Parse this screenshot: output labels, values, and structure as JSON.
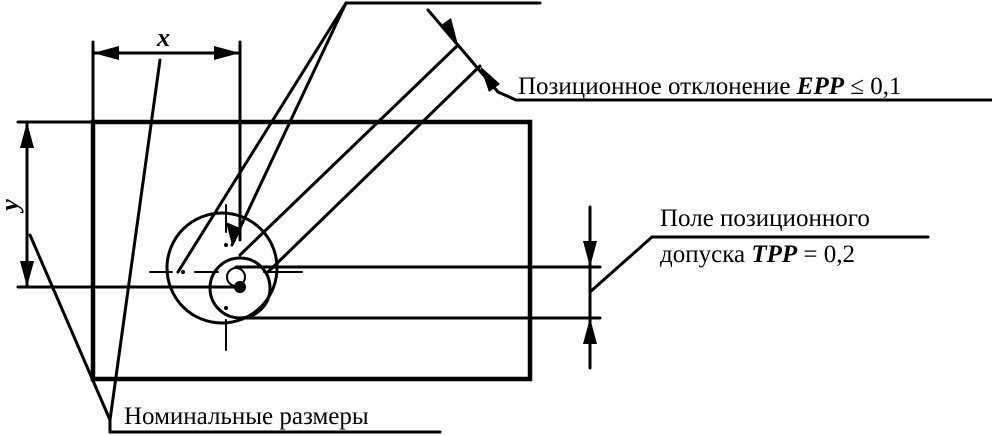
{
  "labels": {
    "dim_x": "x",
    "dim_y": "y",
    "epp_text": "Позиционное отклонение ",
    "epp_symbol": "EPP",
    "epp_value": " ≤ 0,1",
    "tpp_line1": "Поле позиционного",
    "tpp_line2_prefix": "допуска ",
    "tpp_symbol": "TPP",
    "tpp_value": " = 0,2",
    "nominal": "Номинальные размеры"
  }
}
